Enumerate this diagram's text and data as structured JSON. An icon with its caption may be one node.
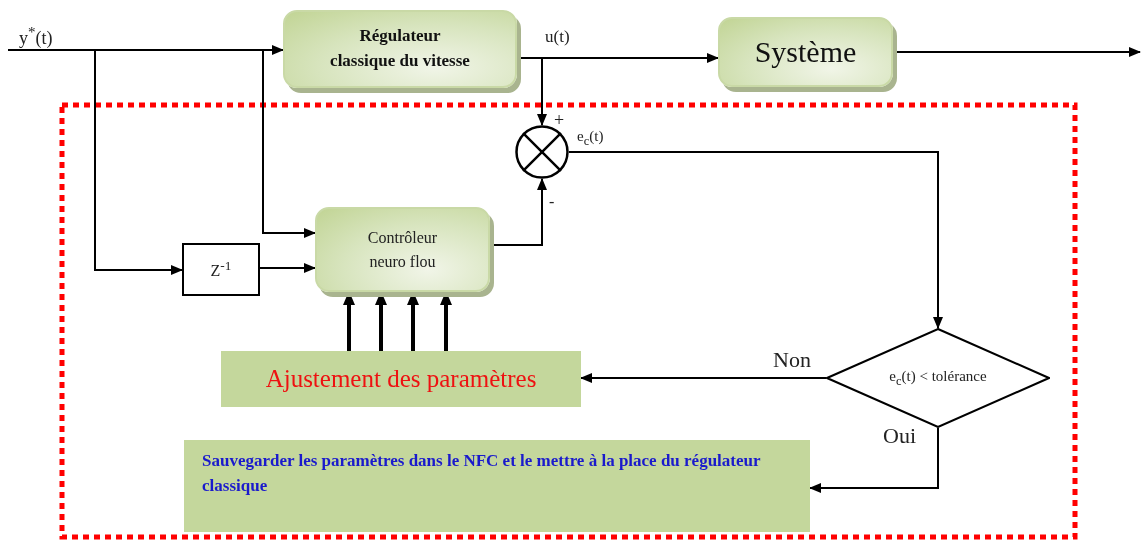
{
  "diagram": {
    "nodes": [
      {
        "text": [
          "Régulateur classique du vitesse"
        ]
      },
      {
        "text": [
          "Système"
        ]
      },
      {
        "text": [],
        "shape": "circle"
      },
      {
        "text": [
          "Contrôleur neuro flou"
        ]
      },
      {
        "text": [
          "Z$^{-1}$"
        ]
      },
      {
        "text": [
          "Ajustement des paramètres"
        ]
      },
      {
        "text": [
          "e$_{c}$(t) < tolérance"
        ]
      },
      {
        "text": [
          "Sauvegarder les paramètres dans le NFC et le mettre à la place du régulateur classique"
        ]
      }
    ],
    "edges": [
      {
        "from": null,
        "to": 0,
        "arrow": "to",
        "label": "y$^{*}$(t)"
      },
      {
        "from": null,
        "to": 3,
        "arrow": "to"
      },
      {
        "from": null,
        "to": 4,
        "arrow": "to"
      },
      {
        "from": 4,
        "to": 3,
        "arrow": "to"
      },
      {
        "from": 0,
        "to": 1,
        "arrow": "to",
        "label": "u(t)"
      },
      {
        "from": 0,
        "to": 2,
        "arrow": "to",
        "label": "+"
      },
      {
        "from": 3,
        "to": 2,
        "arrow": "to",
        "label": "-"
      },
      {
        "from": 1,
        "to": null,
        "arrow": "to"
      },
      {
        "from": 2,
        "to": 6,
        "arrow": "to",
        "label": "e$_{c}$(t)"
      },
      {
        "from": 6,
        "to": 5,
        "arrow": "to",
        "label": "Non"
      },
      {
        "from": 6,
        "to": 7,
        "arrow": "to",
        "label": "Oui"
      },
      {
        "from": 5,
        "to": 3,
        "arrow": "to",
        "style": "thick"
      },
      {
        "from": 5,
        "to": 3,
        "arrow": "to",
        "style": "thick"
      },
      {
        "from": 5,
        "to": 3,
        "arrow": "to",
        "style": "thick"
      },
      {
        "from": 5,
        "to": 3,
        "arrow": "to",
        "style": "thick"
      }
    ]
  }
}
